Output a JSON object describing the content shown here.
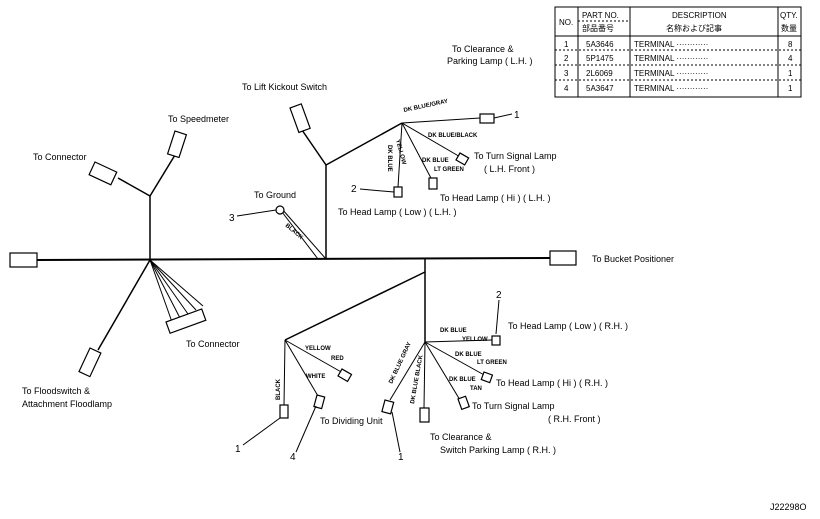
{
  "parts_table": {
    "headers": {
      "no": "NO.",
      "part_no_en": "PART NO.",
      "part_no_jp": "部品番号",
      "description_en": "DESCRIPTION",
      "description_jp": "名称および記事",
      "qty_en": "QTY.",
      "qty_jp": "数量"
    },
    "rows": [
      {
        "no": "1",
        "part_no": "5A3646",
        "description": "TERMINAL ············",
        "qty": "8"
      },
      {
        "no": "2",
        "part_no": "5P1475",
        "description": "TERMINAL ············",
        "qty": "4"
      },
      {
        "no": "3",
        "part_no": "2L6069",
        "description": "TERMINAL ············",
        "qty": "1"
      },
      {
        "no": "4",
        "part_no": "5A3647",
        "description": "TERMINAL ············",
        "qty": "1"
      }
    ]
  },
  "labels": {
    "clearance_lh_1": "To Clearance &",
    "clearance_lh_2": "Parking Lamp ( L.H. )",
    "lift_kickout": "To Lift Kickout Switch",
    "speedometer": "To Speedmeter",
    "connector_top": "To Connector",
    "ground": "To Ground",
    "turn_signal_lh_1": "To Turn Signal Lamp",
    "turn_signal_lh_2": "( L.H. Front )",
    "head_hi_lh": "To Head Lamp ( Hi ) ( L.H. )",
    "head_low_lh": "To Head Lamp ( Low ) ( L.H. )",
    "bucket_positioner": "To Bucket Positioner",
    "connector_bottom": "To Connector",
    "floodswitch_1": "To Floodswitch &",
    "floodswitch_2": "Attachment Floodlamp",
    "head_low_rh": "To Head Lamp ( Low ) ( R.H. )",
    "head_hi_rh": "To Head Lamp ( Hi ) ( R.H. )",
    "turn_signal_rh_1": "To Turn Signal Lamp",
    "turn_signal_rh_2": "( R.H. Front )",
    "clearance_rh_1": "To Clearance &",
    "clearance_rh_2": "Switch Parking Lamp ( R.H. )",
    "dividing_unit": "To Dividing Unit"
  },
  "wire_colors": {
    "dk_blue_gray": "DK BLUE/GRAY",
    "dk_blue_black": "DK BLUE/BLACK",
    "dk_blue_yellow_a": "DK BLUE",
    "dk_blue_yellow_b": "YELLOW",
    "dk_blue_lt_green_a": "DK BLUE",
    "dk_blue_lt_green_b": "LT GREEN",
    "black_ground": "BLACK",
    "yellow": "YELLOW",
    "red": "RED",
    "white": "WHITE",
    "black_rh": "BLACK",
    "dk_blue_yellow_rh_a": "DK BLUE",
    "dk_blue_yellow_rh_b": "YELLOW",
    "dk_blue_lt_green_rh_a": "DK BLUE",
    "dk_blue_lt_green_rh_b": "LT GREEN",
    "dk_blue_tan_a": "DK BLUE",
    "dk_blue_tan_b": "TAN",
    "dk_blue_gray_rh": "DK BLUE GRAY",
    "dk_blue_black_rh": "DK BLUE BLACK"
  },
  "callouts": {
    "c1_top": "1",
    "c2_top": "2",
    "c3_ground": "3",
    "c2_right": "2",
    "c1_bottom_left": "1",
    "c4_bottom": "4",
    "c1_bottom_mid": "1"
  },
  "figure_ref": "J22298O"
}
